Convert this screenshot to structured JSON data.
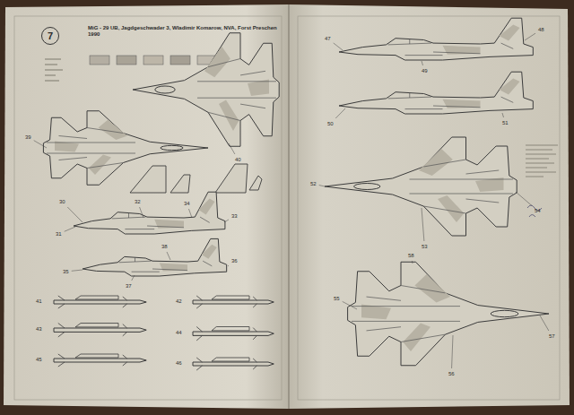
{
  "diagram": {
    "title": "MiG - 29 UB, Jagdgeschwader 3, Wladimir Komarow, NVA, Forst Preschen 1990",
    "nodes": [
      {
        "text": [
          "7"
        ]
      }
    ],
    "labels": [
      "30",
      "31",
      "32",
      "33",
      "34",
      "35",
      "36",
      "37",
      "38",
      "39",
      "40",
      "41",
      "42",
      "43",
      "44",
      "45",
      "46",
      "47",
      "48",
      "49",
      "50",
      "51",
      "52",
      "53",
      "54",
      "55",
      "56",
      "57",
      "58"
    ]
  }
}
